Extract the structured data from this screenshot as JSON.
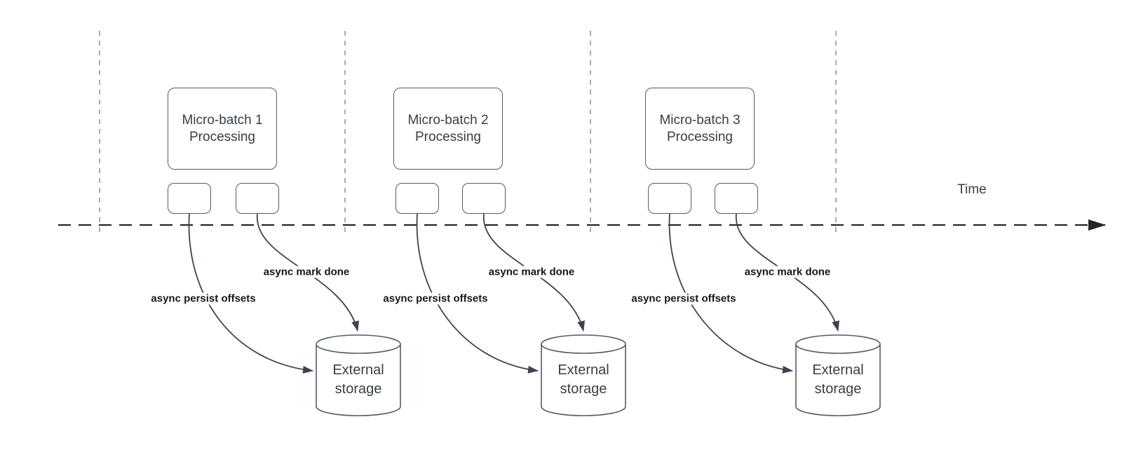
{
  "diagram": {
    "time_axis_label": "Time",
    "batches": [
      {
        "process_box": {
          "line1": "Micro-batch 1",
          "line2": "Processing"
        },
        "persist_arrow_label": "async persist offsets",
        "mark_arrow_label": "async mark done",
        "storage": {
          "line1": "External",
          "line2": "storage"
        }
      },
      {
        "process_box": {
          "line1": "Micro-batch 2",
          "line2": "Processing"
        },
        "persist_arrow_label": "async persist offsets",
        "mark_arrow_label": "async mark done",
        "storage": {
          "line1": "External",
          "line2": "storage"
        }
      },
      {
        "process_box": {
          "line1": "Micro-batch 3",
          "line2": "Processing"
        },
        "persist_arrow_label": "async persist offsets",
        "mark_arrow_label": "async mark done",
        "storage": {
          "line1": "External",
          "line2": "storage"
        }
      }
    ],
    "colors": {
      "background": "#ffffff",
      "shape_stroke": "#555c66",
      "arrow_stroke": "#3d434e",
      "timeline_stroke": "#23262b",
      "guide_line_stroke": "#a9abad",
      "bold_label_text": "#14181f",
      "shape_text": "#383d45"
    },
    "icons": [
      "timeline-arrowhead-icon",
      "curve-arrowhead-icon"
    ]
  }
}
